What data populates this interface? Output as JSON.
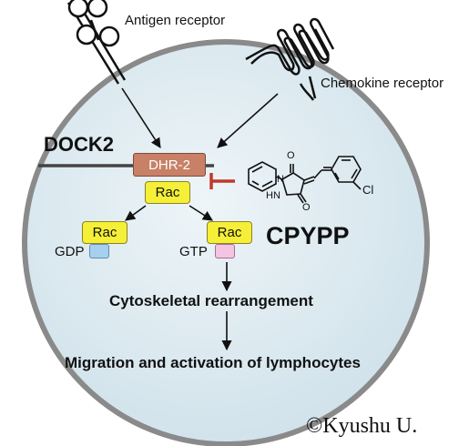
{
  "receptors": {
    "antigen_label": "Antigen receptor",
    "chemokine_label": "Chemokine receptor"
  },
  "dock2_label": "DOCK2",
  "dhr2_label": "DHR-2",
  "rac_label": "Rac",
  "gdp_label": "GDP",
  "gtp_label": "GTP",
  "inhibitor": {
    "name": "CPYPP",
    "chloro_label": "Cl",
    "n_label": "N",
    "hn_label": "HN",
    "o_label": "O"
  },
  "outcomes": {
    "step1": "Cytoskeletal rearrangement",
    "step2": "Migration and activation of lymphocytes"
  },
  "copyright": "©Kyushu U.",
  "colors": {
    "cell_fill": "#d9e8ef",
    "cell_border": "#8a8a8a",
    "rac": "#f5ef38",
    "dhr2": "#c88066",
    "gdp": "#a7d0ee",
    "gtp": "#f3c5e2",
    "inhibition": "#c0392b"
  }
}
